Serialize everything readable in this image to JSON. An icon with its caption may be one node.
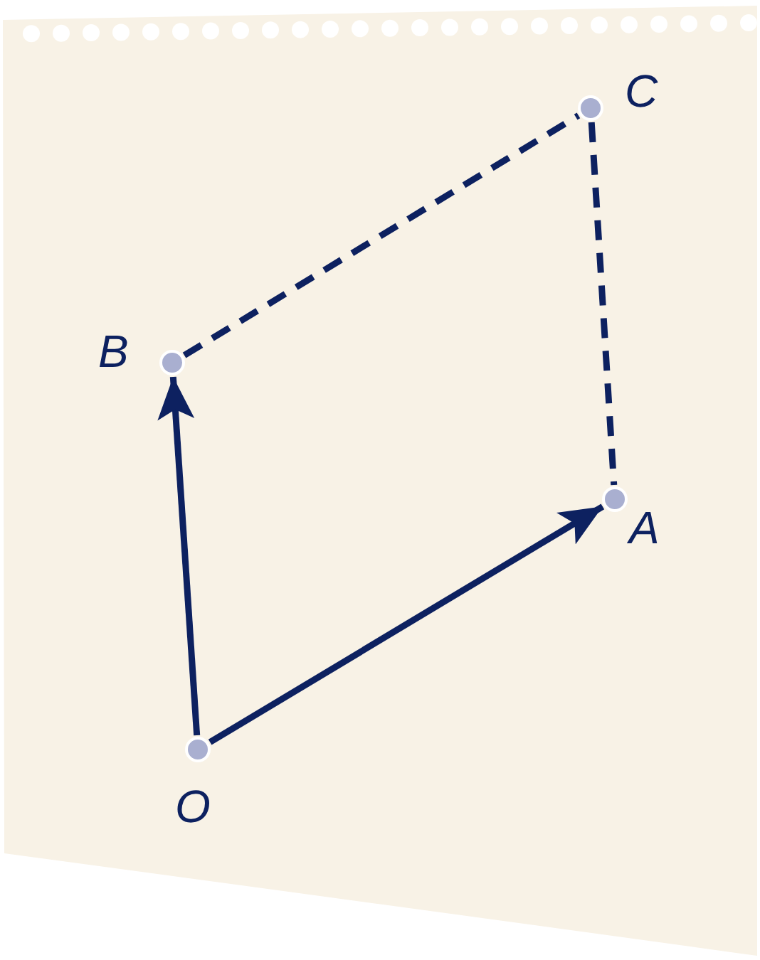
{
  "diagram": {
    "nodes": [
      {
        "text": [],
        "shape": "circle",
        "beside": [
          "C"
        ]
      },
      {
        "text": [],
        "shape": "circle",
        "beside": [
          "B"
        ]
      },
      {
        "text": [],
        "shape": "circle",
        "beside": [
          "A"
        ]
      },
      {
        "text": [],
        "shape": "circle",
        "beside": [
          "O"
        ]
      }
    ],
    "edges": [
      {
        "from": 3,
        "to": 2,
        "arrow": "to"
      },
      {
        "from": 3,
        "to": 1,
        "arrow": "to"
      },
      {
        "from": 1,
        "to": 0,
        "arrow": "none",
        "style": "dashed"
      },
      {
        "from": 0,
        "to": 2,
        "arrow": "none",
        "style": "dashed"
      }
    ]
  }
}
